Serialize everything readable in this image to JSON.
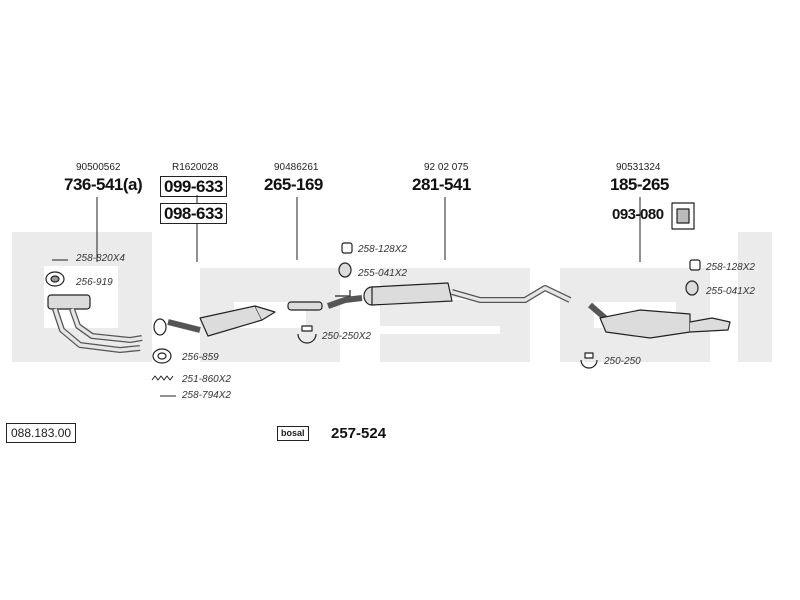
{
  "diagram_code": "088.183.00",
  "sections": [
    {
      "oem": "90500562",
      "part": "736-541(a)"
    },
    {
      "oem": "R1620028",
      "part": "099-633",
      "part_alt": "098-633"
    },
    {
      "oem": "90486261",
      "part": "265-169"
    },
    {
      "oem": "92 02 075",
      "part": "281-541"
    },
    {
      "oem": "90531324",
      "part": "185-265",
      "mount": "093-080"
    }
  ],
  "accessories": [
    "258-820X4",
    "256-919",
    "256-859",
    "251-860X2",
    "258-794X2",
    "258-128X2",
    "255-041X2",
    "250-250X2",
    "258-128X2",
    "255-041X2",
    "250-250"
  ],
  "kit": {
    "brand": "bosal",
    "part": "257-524"
  },
  "colors": {
    "watermark": "#ebebeb",
    "line": "#222222",
    "part_fill": "#dcdcdc"
  }
}
